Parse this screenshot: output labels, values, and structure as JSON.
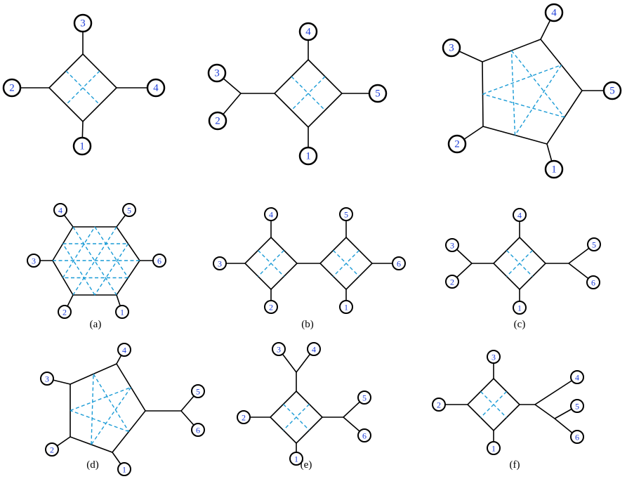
{
  "captions": {
    "a": "(a)",
    "b": "(b)",
    "c": "(c)",
    "d": "(d)",
    "e": "(e)",
    "f": "(f)"
  },
  "node_labels": [
    "1",
    "2",
    "3",
    "4",
    "5",
    "6"
  ],
  "colors": {
    "edge": "#000000",
    "dashed_link": "#1a9bd6",
    "label": "#1f3fd8"
  }
}
